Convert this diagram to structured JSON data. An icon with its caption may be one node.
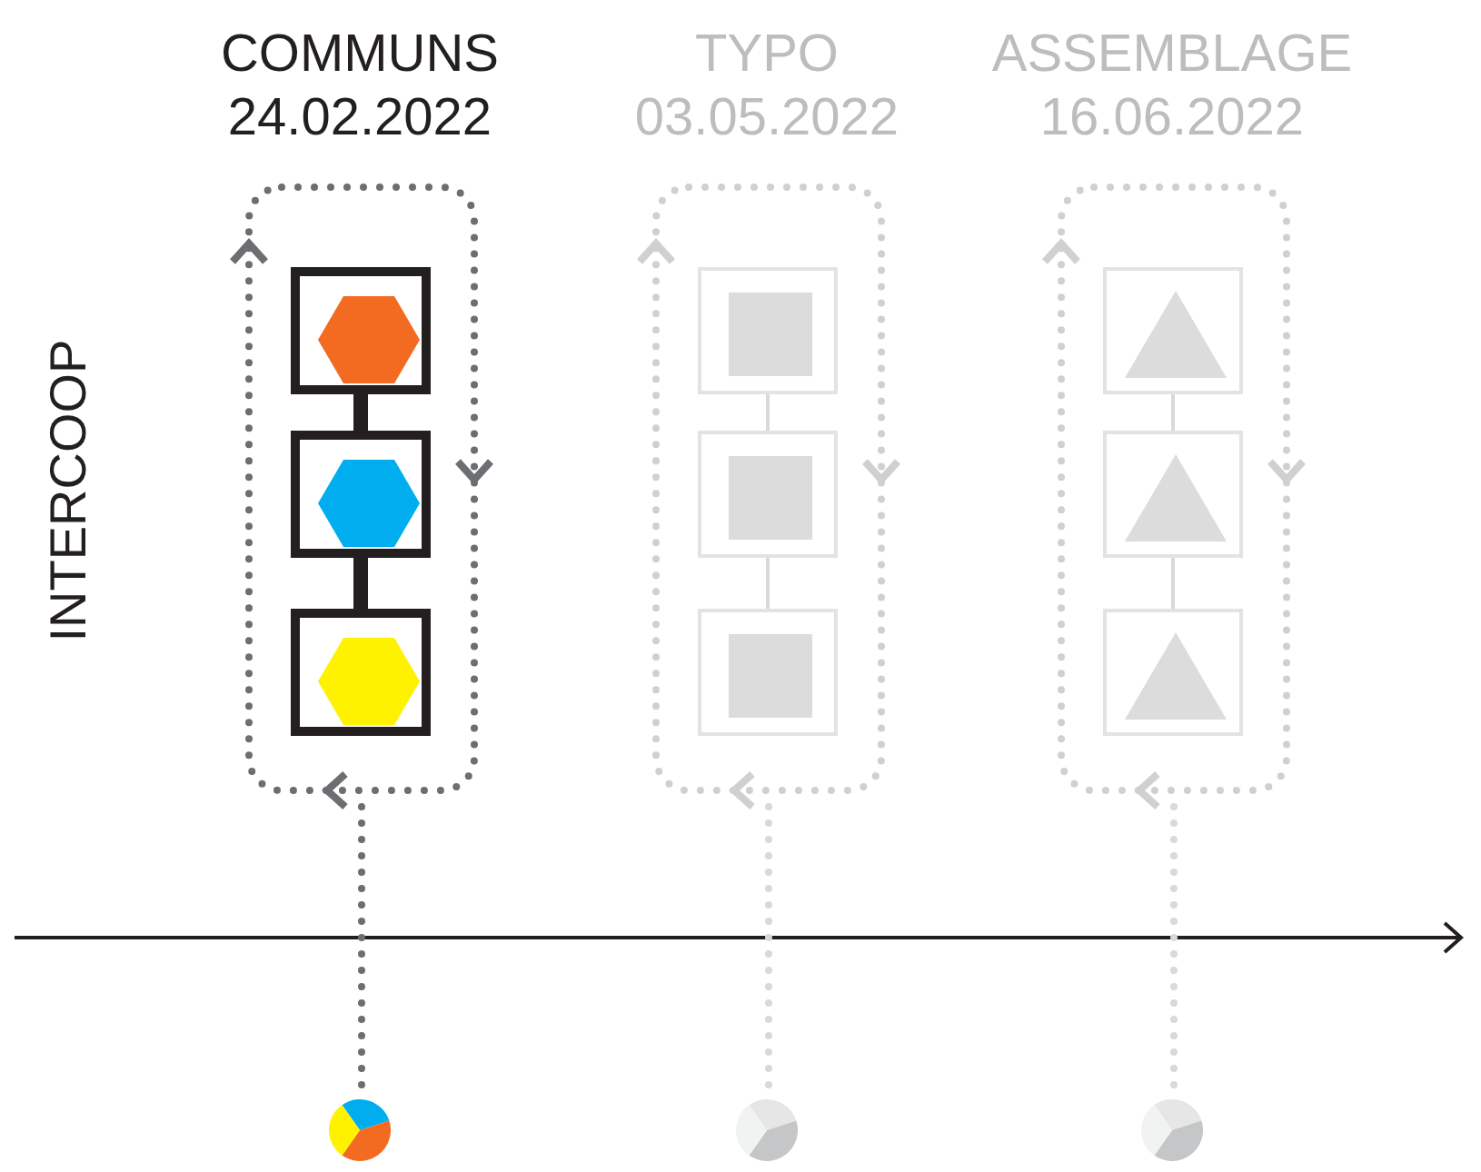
{
  "diagram": {
    "nodes": [
      {
        "text": [],
        "shape": "loop"
      },
      {
        "text": [],
        "shape": "box",
        "in": 0
      },
      {
        "text": [],
        "shape": "hexagon",
        "in": 1
      },
      {
        "text": [],
        "shape": "box",
        "in": 0
      },
      {
        "text": [],
        "shape": "hexagon",
        "in": 3
      },
      {
        "text": [],
        "shape": "box",
        "in": 0
      },
      {
        "text": [],
        "shape": "hexagon",
        "in": 5
      },
      {
        "text": [],
        "shape": "pie"
      },
      {
        "text": [],
        "shape": "loop"
      },
      {
        "text": [],
        "shape": "box",
        "in": 8
      },
      {
        "text": [],
        "shape": "square",
        "in": 9
      },
      {
        "text": [],
        "shape": "box",
        "in": 8
      },
      {
        "text": [],
        "shape": "square",
        "in": 11
      },
      {
        "text": [],
        "shape": "box",
        "in": 8
      },
      {
        "text": [],
        "shape": "square",
        "in": 13
      },
      {
        "text": [],
        "shape": "pie"
      },
      {
        "text": [],
        "shape": "loop"
      },
      {
        "text": [],
        "shape": "box",
        "in": 16
      },
      {
        "text": [],
        "shape": "triangle",
        "in": 17
      },
      {
        "text": [],
        "shape": "box",
        "in": 16
      },
      {
        "text": [],
        "shape": "triangle",
        "in": 19
      },
      {
        "text": [],
        "shape": "box",
        "in": 16
      },
      {
        "text": [],
        "shape": "triangle",
        "in": 21
      },
      {
        "text": [],
        "shape": "pie"
      }
    ],
    "edges": [
      {
        "from": 1,
        "to": 3,
        "arrow": "none",
        "style": "thick",
        "color": "#231f20"
      },
      {
        "from": 3,
        "to": 5,
        "arrow": "none",
        "style": "thick",
        "color": "#231f20"
      },
      {
        "from": 0,
        "to": 7,
        "arrow": "none",
        "style": "dashed",
        "color": "#6d6e71"
      },
      {
        "from": 9,
        "to": 11,
        "arrow": "none"
      },
      {
        "from": 11,
        "to": 13,
        "arrow": "none"
      },
      {
        "from": 8,
        "to": 15,
        "arrow": "none",
        "style": "dashed"
      },
      {
        "from": 17,
        "to": 19,
        "arrow": "none"
      },
      {
        "from": 19,
        "to": 21,
        "arrow": "none"
      },
      {
        "from": 16,
        "to": 23,
        "arrow": "none",
        "style": "dashed"
      }
    ],
    "labels": [
      "COMMUNS",
      "24.02.2022",
      "TYPO",
      "03.05.2022",
      "ASSEMBLAGE",
      "16.06.2022",
      "INTERCOOP"
    ]
  }
}
